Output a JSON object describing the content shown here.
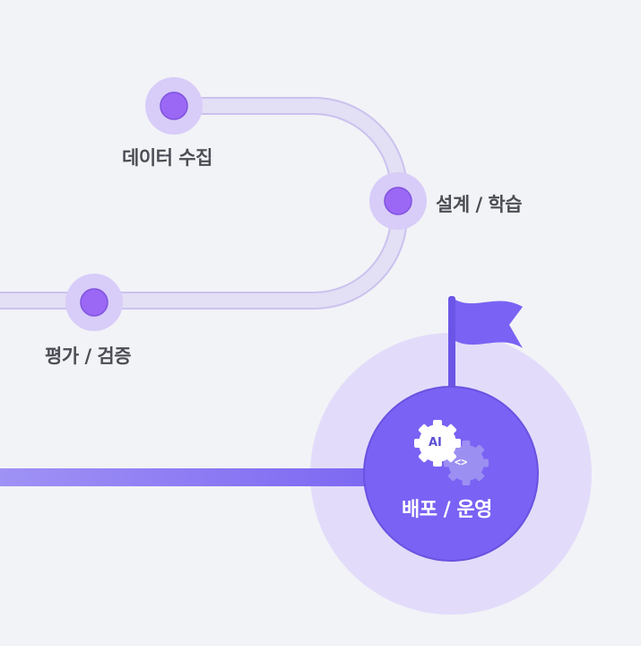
{
  "steps": [
    {
      "label": "데이터 수집",
      "state": "done"
    },
    {
      "label": "설계 / 학습",
      "state": "done"
    },
    {
      "label": "평가 / 검증",
      "state": "done"
    },
    {
      "label": "배포 / 운영",
      "state": "current"
    }
  ],
  "final_badges": {
    "ai": "AI",
    "code": "<>"
  },
  "icons": [
    "flag-icon",
    "ai-gear-icon",
    "code-gear-icon"
  ],
  "colors": {
    "background": "#f2f3f7",
    "track": "#e3dff5",
    "track_border": "#cfc6ef",
    "node": "#9d6cf5",
    "node_halo": "#d9cdfa",
    "final_circle": "#7a62f4",
    "final_halo": "#e3ddfb",
    "final_track": "#8d7cf0",
    "label_text": "#4d4d55"
  }
}
